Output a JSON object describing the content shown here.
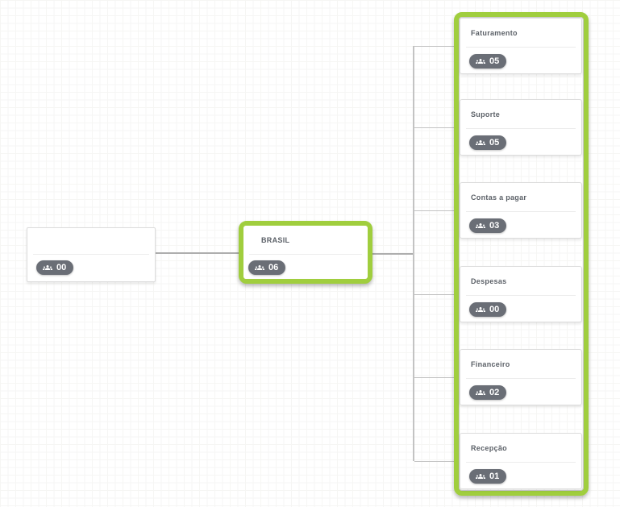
{
  "colors": {
    "highlight_green": "#a0ce3e",
    "badge_background": "#6a6e76",
    "connector_gray": "#b5b5b5"
  },
  "icons": {
    "badge_icon": "users-icon"
  },
  "nodes": {
    "root": {
      "title": "",
      "members_count": "00"
    },
    "brasil": {
      "title": "BRASIL",
      "members_count": "06",
      "highlighted": true
    },
    "children": [
      {
        "title": "Faturamento",
        "members_count": "05"
      },
      {
        "title": "Suporte",
        "members_count": "05"
      },
      {
        "title": "Contas a pagar",
        "members_count": "03"
      },
      {
        "title": "Despesas",
        "members_count": "00"
      },
      {
        "title": "Financeiro",
        "members_count": "02"
      },
      {
        "title": "Recepção",
        "members_count": "01"
      }
    ]
  }
}
